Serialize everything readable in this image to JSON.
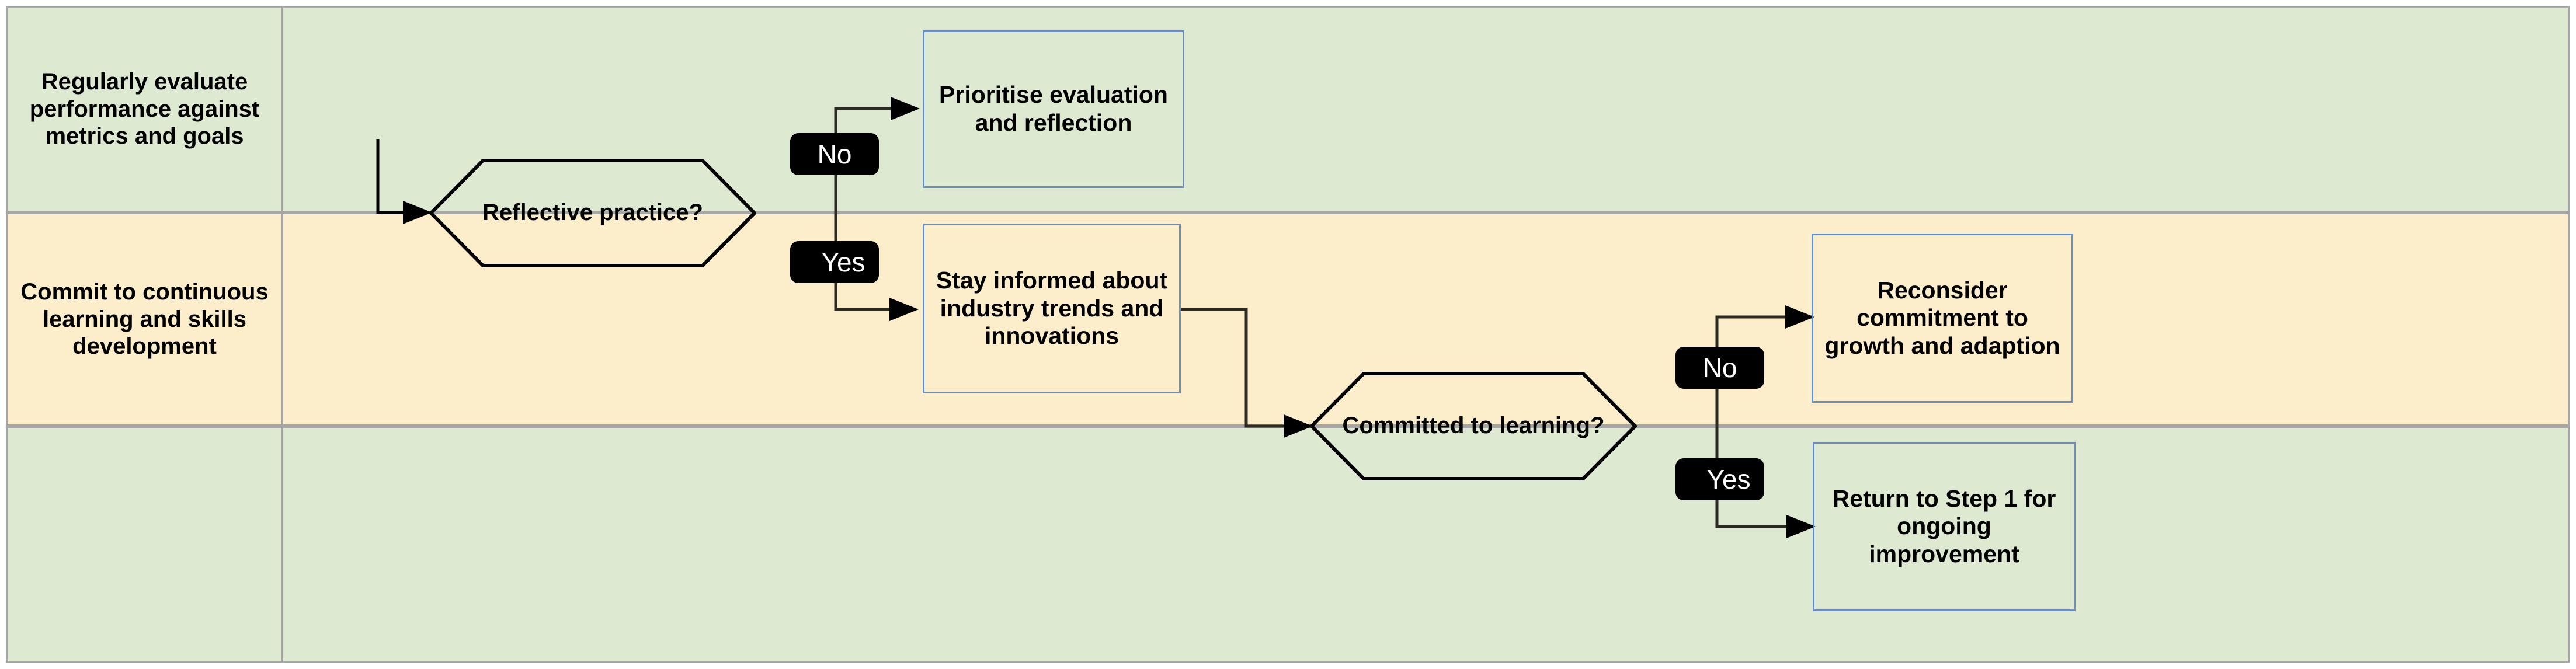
{
  "diagram": {
    "type": "swimlane-flowchart",
    "colors": {
      "lane_green": "#dde9d0",
      "lane_cream": "#fdeecb",
      "lane_border": "#a6a6a6",
      "box_border": "#6c8ebf",
      "edge_label_bg": "#000000",
      "edge_label_text": "#ffffff",
      "connector": "#000000",
      "text": "#000000"
    }
  },
  "lanes": [
    {
      "id": "lane-1",
      "label": "Regularly evaluate performance against metrics and goals",
      "fill": "green"
    },
    {
      "id": "lane-2",
      "label": "Commit to continuous learning and skills development",
      "fill": "cream"
    },
    {
      "id": "lane-3",
      "label": "",
      "fill": "green"
    }
  ],
  "nodes": [
    {
      "id": "decision-reflective-practice",
      "shape": "hexagon",
      "text": "Reflective practice?"
    },
    {
      "id": "box-prioritise-evaluation",
      "shape": "process",
      "text": "Prioritise evaluation and reflection"
    },
    {
      "id": "box-stay-informed",
      "shape": "process",
      "text": "Stay informed about industry trends and innovations"
    },
    {
      "id": "decision-committed-to-learning",
      "shape": "hexagon",
      "text": "Committed to learning?"
    },
    {
      "id": "box-reconsider-commitment",
      "shape": "process",
      "text": "Reconsider commitment to growth and adaption"
    },
    {
      "id": "box-return-to-step-1",
      "shape": "process",
      "text": "Return to Step 1 for ongoing improvement"
    }
  ],
  "edge_labels": [
    {
      "id": "edge-label-reflective-no",
      "text": "No"
    },
    {
      "id": "edge-label-reflective-yes",
      "text": "Yes"
    },
    {
      "id": "edge-label-committed-no",
      "text": "No"
    },
    {
      "id": "edge-label-committed-yes",
      "text": "Yes"
    }
  ],
  "edges": [
    {
      "from": "start",
      "to": "decision-reflective-practice",
      "label": ""
    },
    {
      "from": "decision-reflective-practice",
      "to": "box-prioritise-evaluation",
      "label": "No"
    },
    {
      "from": "decision-reflective-practice",
      "to": "box-stay-informed",
      "label": "Yes"
    },
    {
      "from": "box-stay-informed",
      "to": "decision-committed-to-learning",
      "label": ""
    },
    {
      "from": "decision-committed-to-learning",
      "to": "box-reconsider-commitment",
      "label": "No"
    },
    {
      "from": "decision-committed-to-learning",
      "to": "box-return-to-step-1",
      "label": "Yes"
    }
  ]
}
